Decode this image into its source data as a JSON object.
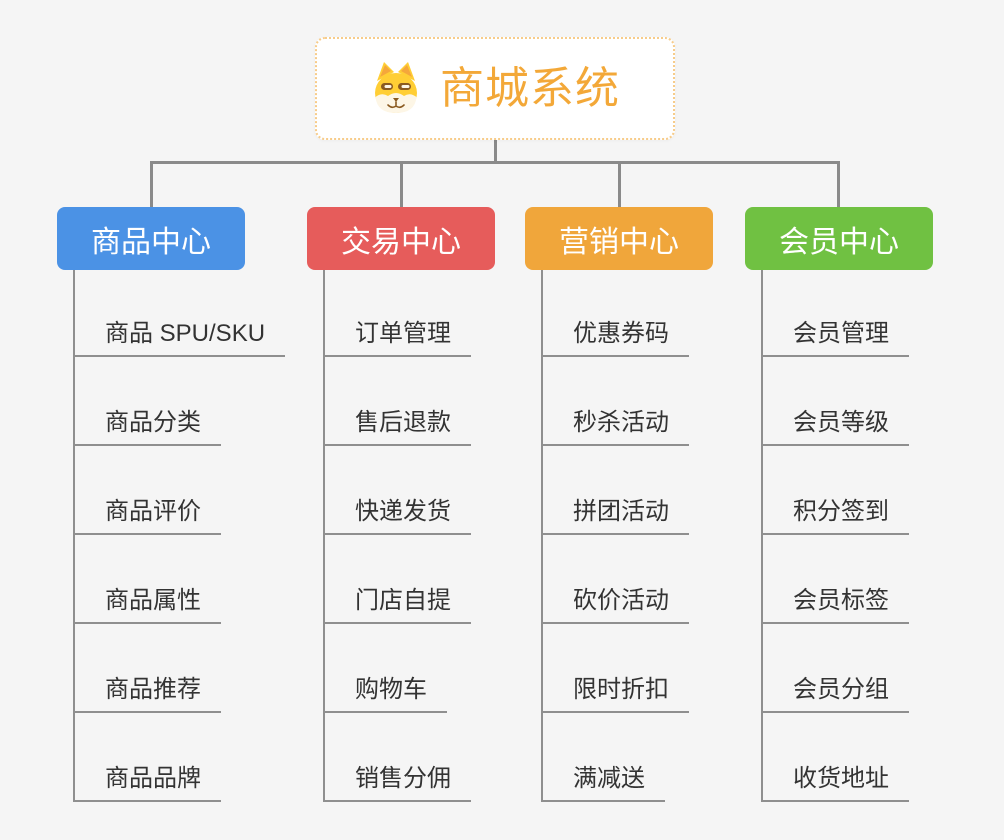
{
  "root": {
    "title": "商城系统",
    "icon": "dog-face-icon",
    "title_color": "#f3a838",
    "border_color": "#f7cc8a"
  },
  "branches": [
    {
      "label": "商品中心",
      "color": "#4b92e5",
      "items": [
        "商品 SPU/SKU",
        "商品分类",
        "商品评价",
        "商品属性",
        "商品推荐",
        "商品品牌"
      ]
    },
    {
      "label": "交易中心",
      "color": "#e65c5b",
      "items": [
        "订单管理",
        "售后退款",
        "快递发货",
        "门店自提",
        "购物车",
        "销售分佣"
      ]
    },
    {
      "label": "营销中心",
      "color": "#f0a63b",
      "items": [
        "优惠券码",
        "秒杀活动",
        "拼团活动",
        "砍价活动",
        "限时折扣",
        "满减送"
      ]
    },
    {
      "label": "会员中心",
      "color": "#70c142",
      "items": [
        "会员管理",
        "会员等级",
        "积分签到",
        "会员标签",
        "会员分组",
        "收货地址"
      ]
    }
  ],
  "colors": {
    "background": "#f5f5f5",
    "connector": "#8a8a8a",
    "leaf_underline": "#8f8f8f",
    "leaf_text": "#333333"
  }
}
